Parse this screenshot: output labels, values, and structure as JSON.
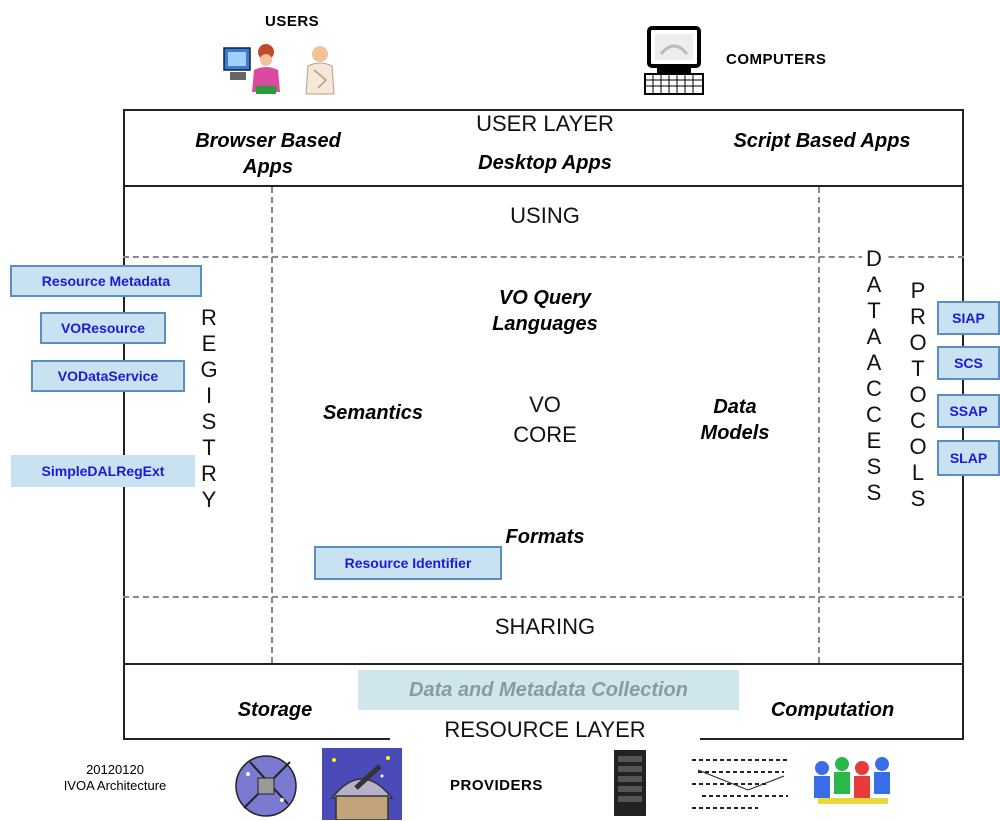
{
  "top": {
    "users": "USERS",
    "computers": "COMPUTERS"
  },
  "user_layer": {
    "title": "USER LAYER",
    "browser_apps": "Browser Based Apps",
    "desktop_apps": "Desktop Apps",
    "script_apps": "Script Based Apps"
  },
  "core": {
    "using": "USING",
    "sharing": "SHARING",
    "vo_query": "VO Query Languages",
    "semantics": "Semantics",
    "vo_core": "VO CORE",
    "data_models": "Data Models",
    "formats": "Formats",
    "registry": "REGISTRY",
    "data_access": "DATA ACCESS",
    "protocols": "PROTOCOLS"
  },
  "registry_tags": [
    "Resource Metadata",
    "VOResource",
    "VODataService",
    "SimpleDALRegExt"
  ],
  "resource_identifier": "Resource Identifier",
  "protocol_tags": [
    "SIAP",
    "SCS",
    "SSAP",
    "SLAP"
  ],
  "resource_layer": {
    "title": "RESOURCE LAYER",
    "storage": "Storage",
    "collection": "Data and Metadata Collection",
    "computation": "Computation"
  },
  "footer": {
    "date": "20120120",
    "caption": "IVOA Architecture",
    "providers": "PROVIDERS"
  }
}
